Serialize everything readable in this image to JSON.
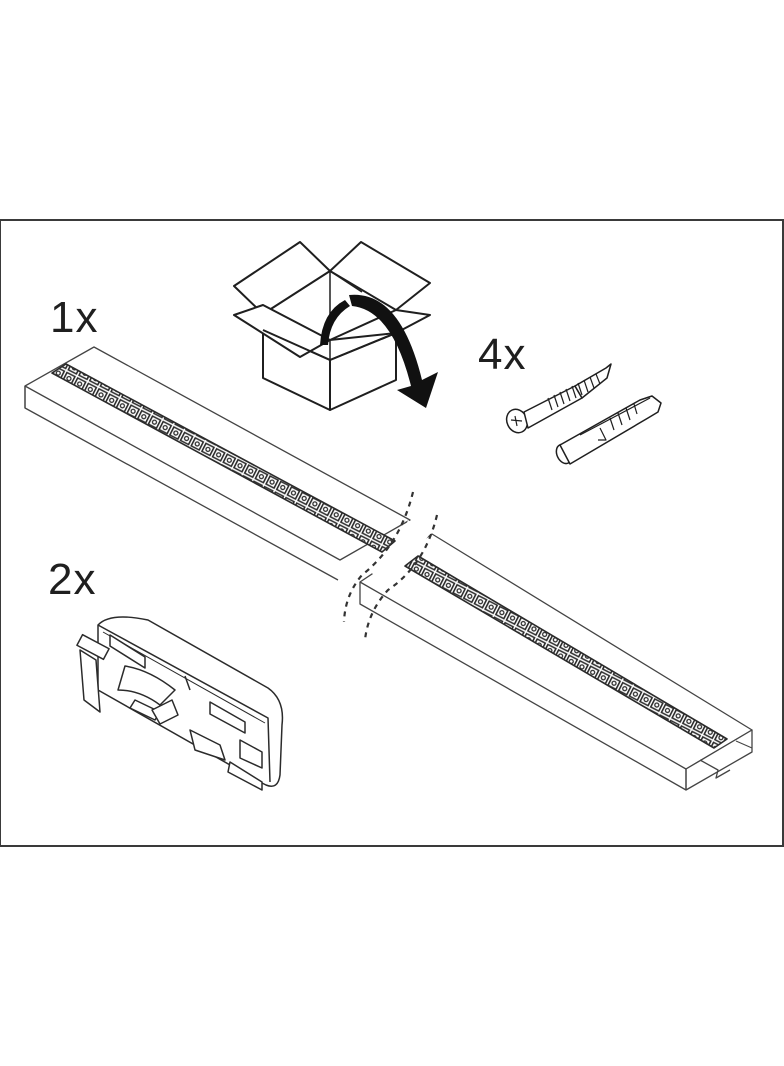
{
  "diagram": {
    "type": "package-contents",
    "stroke_color": "#1f1f1f",
    "frame_color": "#3a3a3a",
    "background": "#ffffff"
  },
  "unbox_icon": {
    "name": "open-box-with-arrow",
    "description": "Open cardboard box with curved unpack arrow"
  },
  "items": [
    {
      "id": "led-strip",
      "quantity_label": "1x",
      "name": "LED light strip profile (shortened)"
    },
    {
      "id": "end-cap",
      "quantity_label": "2x",
      "name": "End cap"
    },
    {
      "id": "screw-and-plug",
      "quantity_label": "4x",
      "name": "Screw and wall plug"
    }
  ]
}
